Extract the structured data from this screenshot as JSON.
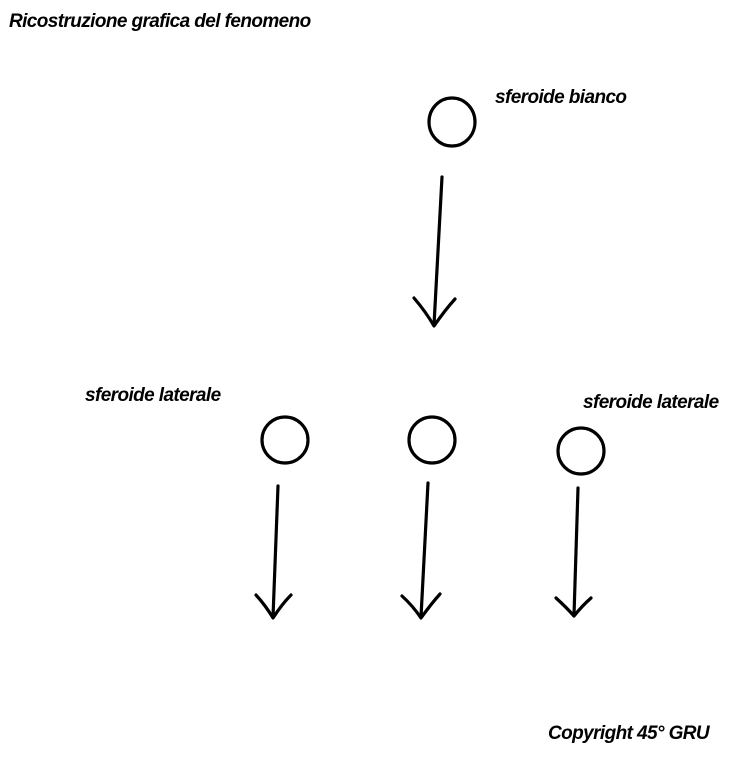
{
  "title": "Ricostruzione grafica del fenomeno",
  "labels": {
    "top_spheroid": "sferoide bianco",
    "left_spheroid": "sferoide laterale",
    "right_spheroid": "sferoide laterale"
  },
  "copyright": "Copyright 45° GRU",
  "colors": {
    "ink": "#000000",
    "background": "#ffffff"
  }
}
